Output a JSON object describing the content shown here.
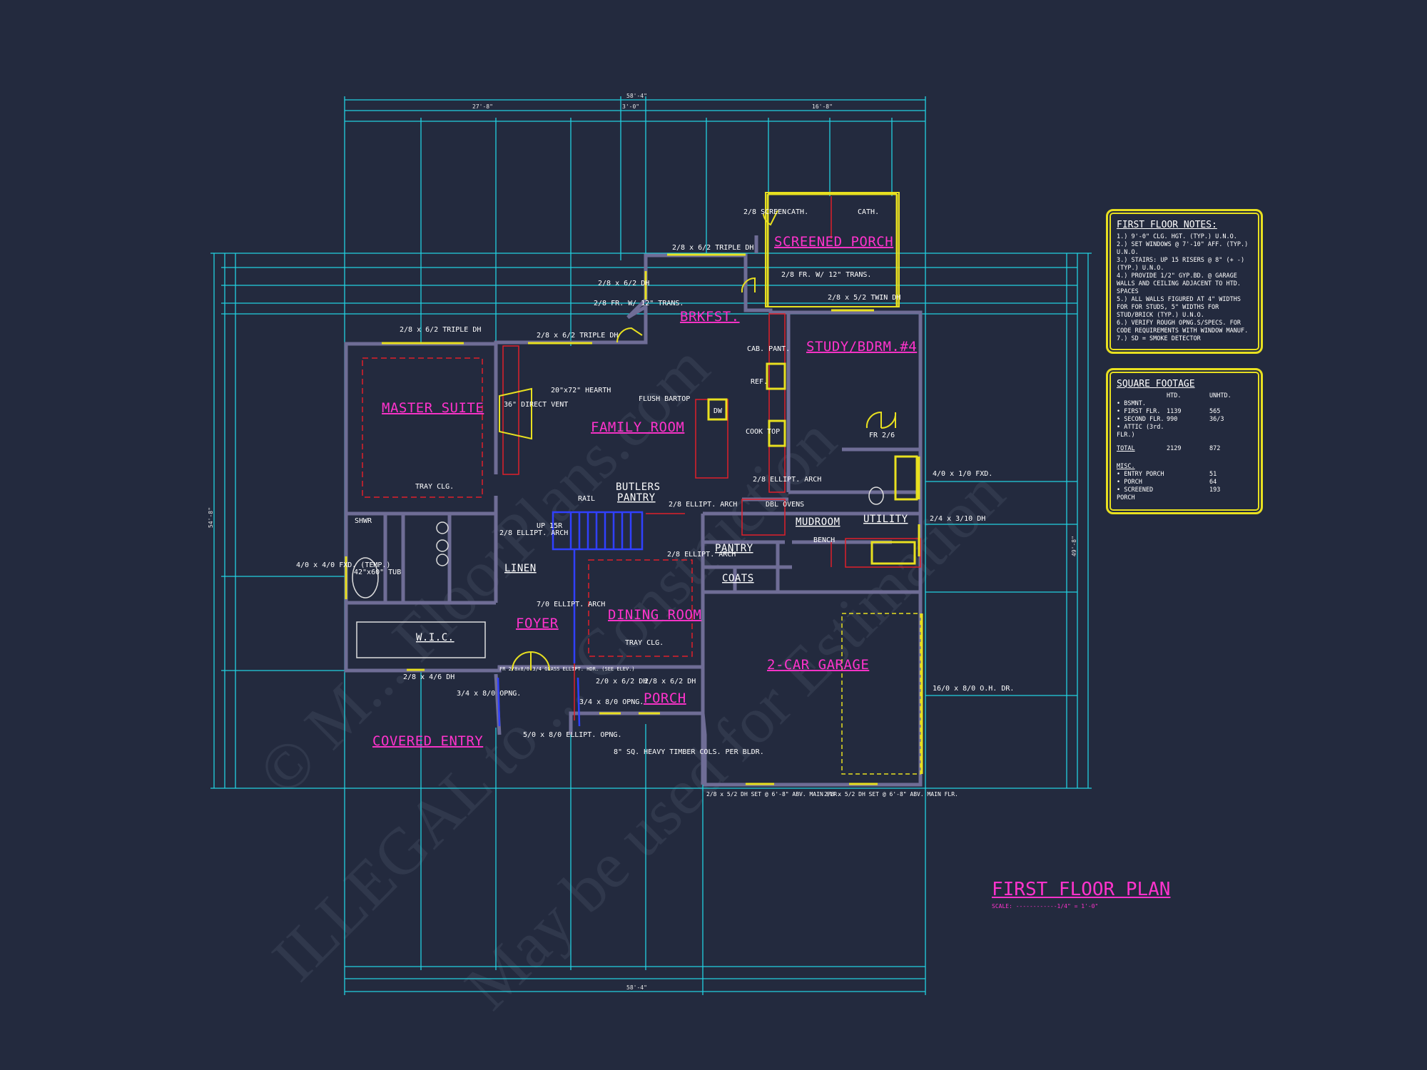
{
  "watermark": {
    "line1": "© M... FloorPlans.com",
    "line2": "ILLEGAL to ... Construction",
    "line3": "May be used for Estimation"
  },
  "rooms": {
    "screened_porch": "SCREENED PORCH",
    "brkfst": "BRKFST.",
    "study": "STUDY/BDRM.#4",
    "master": "MASTER SUITE",
    "family": "FAMILY ROOM",
    "butlers1": "BUTLERS",
    "butlers2": "PANTRY",
    "mudroom": "MUDROOM",
    "utility": "UTILITY",
    "pantry": "PANTRY",
    "coats": "COATS",
    "linen": "LINEN",
    "foyer": "FOYER",
    "dining": "DINING ROOM",
    "garage": "2-CAR GARAGE",
    "wic": "W.I.C.",
    "porch": "PORCH",
    "covered_entry": "COVERED ENTRY"
  },
  "labels": {
    "triple_dh_top": "2/8 x 6/2 TRIPLE DH",
    "dh_26": "2/8 x 6/2 DH",
    "fr_trans": "2/8 FR. W/ 12\" TRANS.",
    "screen": "2/8 SCREEN",
    "cath1": "CATH.",
    "cath2": "CATH.",
    "fr_trans2": "2/8 FR. W/ 12\" TRANS.",
    "twin_dh": "2/8 x 5/2 TWIN DH",
    "triple_master": "2/8 x 6/2 TRIPLE DH",
    "triple_family": "2/8 x 6/2 TRIPLE DH",
    "cab_pant": "CAB. PANT.",
    "ref": "REF.",
    "flush_bartop": "FLUSH BARTOP",
    "dw": "DW",
    "cooktop": "COOK TOP",
    "direct_vent": "36\" DIRECT VENT",
    "hearth": "20\"x72\" HEARTH",
    "fr_24": "FR 2/6",
    "tray_clg": "TRAY CLG.",
    "tray_clg2": "TRAY CLG.",
    "ellipt_arch": "2/8 ELLIPT. ARCH",
    "dbl_ovens": "DBL OVENS",
    "bench": "BENCH",
    "fxd_right": "4/0 x 1/0 FXD.",
    "dh_right": "2/4 x 3/10 DH",
    "oh_dr": "16/0 x 8/0 O.H. DR.",
    "tub_fxd": "4/0 x 4/0 FXD. (TEMP.)",
    "tub": "42\"x60\" TUB",
    "shwr": "SHWR",
    "dh_wic": "2/8 x 4/6 DH",
    "glass_hdr": "FR 2/8x8/0 3/4 GLASS ELLIPT. HDR. (SEE ELEV.)",
    "opng_34": "3/4 x 8/0 OPNG.",
    "ellipt_opng": "5/0 x 8/0 ELLIPT. OPNG.",
    "opng_34b": "3/4 x 8/0 OPNG.",
    "dh_porch1": "2/0 x 6/2 DH",
    "dh_porch2": "2/8 x 6/2 DH",
    "timber": "8\" SQ. HEAVY TIMBER COLS. PER BLDR.",
    "garage_dh1": "2/8 x 5/2 DH SET @ 6'-8\" ABV. MAIN FLR.",
    "garage_dh2": "2/8 x 5/2 DH SET @ 6'-8\" ABV. MAIN FLR.",
    "rail": "RAIL",
    "up": "UP 15R",
    "ellipt_arch2": "7/0 ELLIPT. ARCH",
    "ellipt_arch3": "2/8 ELLIPT. ARCH",
    "ellipt_arch4": "2/8 ELLIPT. ARCH",
    "ellipt_arch5": "2/8 ELLIPT. ARCH"
  },
  "dims": {
    "overall": "58'-4\"",
    "left_top": "27'-8\"",
    "mid_top": "3'-0\"",
    "right_top": "16'-8\"",
    "left_side": "54'-8\"",
    "right_side": "49'-8\""
  },
  "notes": {
    "title": "FIRST FLOOR NOTES:",
    "items": [
      "1.) 9'-0\" CLG. HGT. (TYP.) U.N.O.",
      "2.) SET WINDOWS @ 7'-10\" AFF. (TYP.) U.N.O.",
      "3.) STAIRS: UP 15 RISERS @ 8\" (+ -) (TYP.) U.N.O.",
      "4.) PROVIDE 1/2\" GYP.BD. @ GARAGE WALLS AND CEILING ADJACENT TO HTD. SPACES",
      "5.) ALL WALLS FIGURED AT 4\" WIDTHS FOR FOR STUDS, 5\" WIDTHS FOR STUD/BRICK (TYP.) U.N.O.",
      "6.) VERIFY ROUGH OPNG.S/SPECS. FOR CODE REQUIREMENTS WITH WINDOW MANUF.",
      "7.) SD = SMOKE DETECTOR"
    ]
  },
  "sqft": {
    "title": "SQUARE FOOTAGE",
    "col1": "HTD.",
    "col2": "UNHTD.",
    "rows": [
      {
        "k": "• BSMNT.",
        "a": "",
        "b": ""
      },
      {
        "k": "• FIRST FLR.",
        "a": "1139",
        "b": "565"
      },
      {
        "k": "• SECOND FLR.",
        "a": "990",
        "b": "36/3"
      },
      {
        "k": "• ATTIC (3rd. FLR.)",
        "a": "",
        "b": ""
      },
      {
        "k": "TOTAL",
        "a": "2129",
        "b": "872"
      }
    ],
    "misc_title": "MISC.",
    "misc": [
      {
        "k": "• ENTRY PORCH",
        "a": "51"
      },
      {
        "k": "• PORCH",
        "a": "64"
      },
      {
        "k": "• SCREENED PORCH",
        "a": "193"
      }
    ]
  },
  "plan_title": "FIRST FLOOR PLAN",
  "plan_scale": "SCALE: ------------1/4\" = 1'-0\""
}
